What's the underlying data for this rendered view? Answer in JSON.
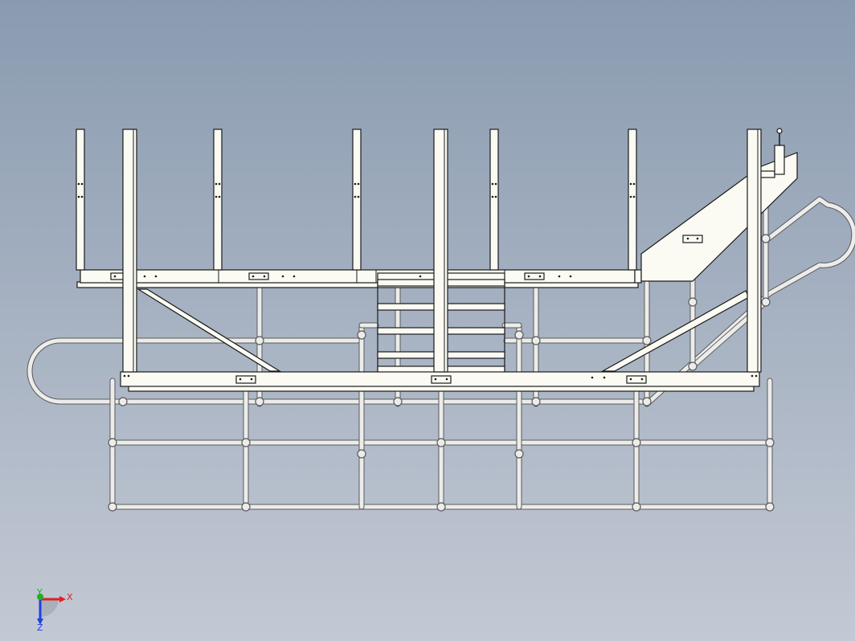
{
  "viewport": {
    "background_top": "#8a9bb0",
    "background_bottom": "#c3c9d4"
  },
  "model": {
    "part_fill": "#fbfbf4",
    "outline": "#1a1a1a",
    "rail_fill": "#ececea",
    "rail_outline": "#5a5a5a"
  },
  "triad": {
    "x_label": "X",
    "y_label": "Y",
    "z_label": "Z",
    "x_color": "#e02020",
    "y_color": "#20b020",
    "z_color": "#2040e0"
  }
}
